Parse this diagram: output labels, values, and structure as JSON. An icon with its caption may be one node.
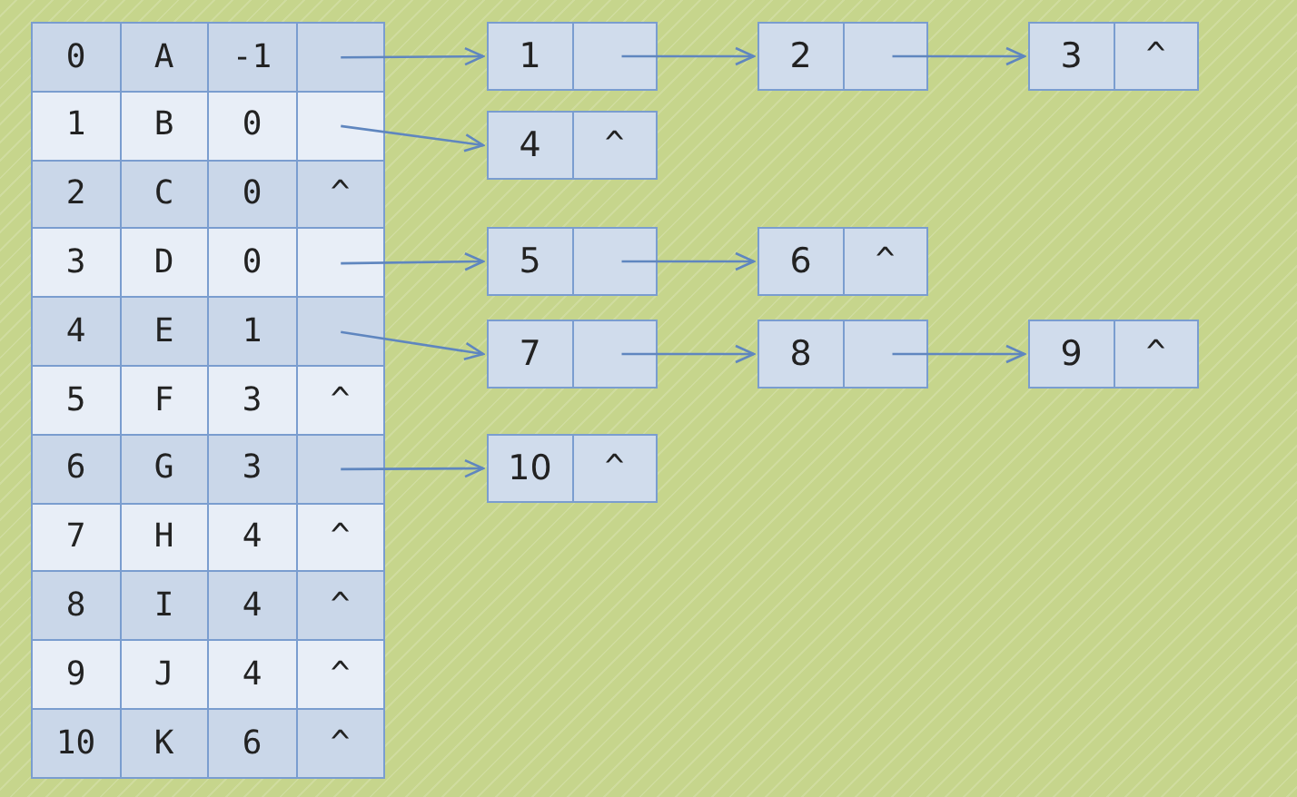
{
  "diagram": {
    "nodes": [
      {
        "text": [
          "0",
          "A",
          "-1"
        ]
      },
      {
        "text": [
          "1",
          "B",
          "0"
        ]
      },
      {
        "text": [
          "2",
          "C",
          "0",
          "^"
        ]
      },
      {
        "text": [
          "3",
          "D",
          "0"
        ]
      },
      {
        "text": [
          "4",
          "E",
          "1"
        ]
      },
      {
        "text": [
          "5",
          "F",
          "3",
          "^"
        ]
      },
      {
        "text": [
          "6",
          "G",
          "3"
        ]
      },
      {
        "text": [
          "7",
          "H",
          "4",
          "^"
        ]
      },
      {
        "text": [
          "8",
          "I",
          "4",
          "^"
        ]
      },
      {
        "text": [
          "9",
          "J",
          "4",
          "^"
        ]
      },
      {
        "text": [
          "10",
          "K",
          "6",
          "^"
        ]
      },
      {
        "text": [
          "1"
        ]
      },
      {
        "text": [
          "2"
        ]
      },
      {
        "text": [
          "3",
          "^"
        ]
      },
      {
        "text": [
          "4",
          "^"
        ]
      },
      {
        "text": [
          "5"
        ]
      },
      {
        "text": [
          "6",
          "^"
        ]
      },
      {
        "text": [
          "7"
        ]
      },
      {
        "text": [
          "8"
        ]
      },
      {
        "text": [
          "9",
          "^"
        ]
      },
      {
        "text": [
          "10",
          "^"
        ]
      }
    ],
    "edges": [
      {
        "from": 0,
        "to": 11,
        "arrow": "to"
      },
      {
        "from": 11,
        "to": 12,
        "arrow": "to"
      },
      {
        "from": 12,
        "to": 13,
        "arrow": "to"
      },
      {
        "from": 1,
        "to": 14,
        "arrow": "to"
      },
      {
        "from": 3,
        "to": 15,
        "arrow": "to"
      },
      {
        "from": 15,
        "to": 16,
        "arrow": "to"
      },
      {
        "from": 4,
        "to": 17,
        "arrow": "to"
      },
      {
        "from": 17,
        "to": 18,
        "arrow": "to"
      },
      {
        "from": 18,
        "to": 19,
        "arrow": "to"
      },
      {
        "from": 6,
        "to": 20,
        "arrow": "to"
      }
    ]
  }
}
